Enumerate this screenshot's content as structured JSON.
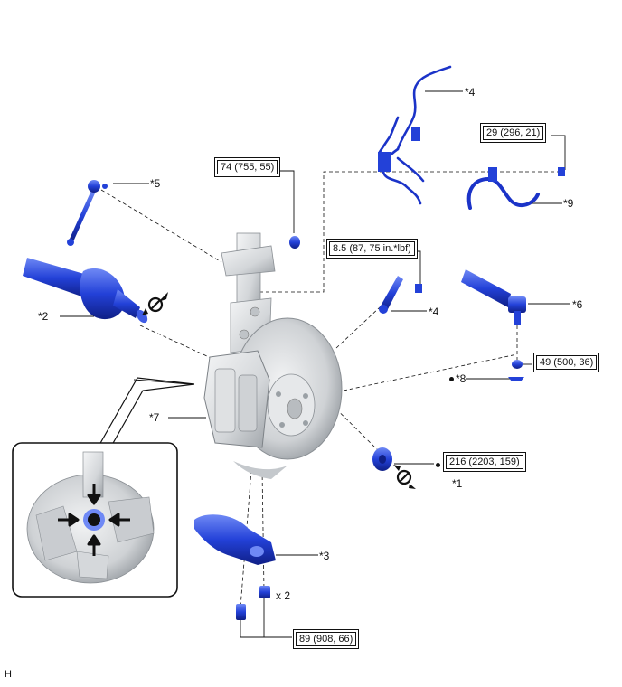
{
  "callouts": {
    "c1": "*1",
    "c2": "*2",
    "c3": "*3",
    "c4a": "*4",
    "c4b": "*4",
    "c5": "*5",
    "c6": "*6",
    "c7": "*7",
    "c8": "*8",
    "c9": "*9"
  },
  "torques": {
    "t1": "74 (755, 55)",
    "t2": "29 (296, 21)",
    "t3": "8.5 (87, 75 in.*lbf)",
    "t4": "49 (500, 36)",
    "t5": "216 (2203, 159)",
    "t6": "89 (908, 66)"
  },
  "quantity": "x 2",
  "corner_letter": "H",
  "colors": {
    "part_blue": "#1b33c8",
    "part_blue_light": "#5d78f0",
    "part_gray": "#d9dcdf",
    "line": "#111111"
  },
  "symbols": {
    "grease_symbol": "no-reuse-icon",
    "arrows": "press-arrow-icon",
    "precoat": "precoated-part-dot-icon"
  }
}
